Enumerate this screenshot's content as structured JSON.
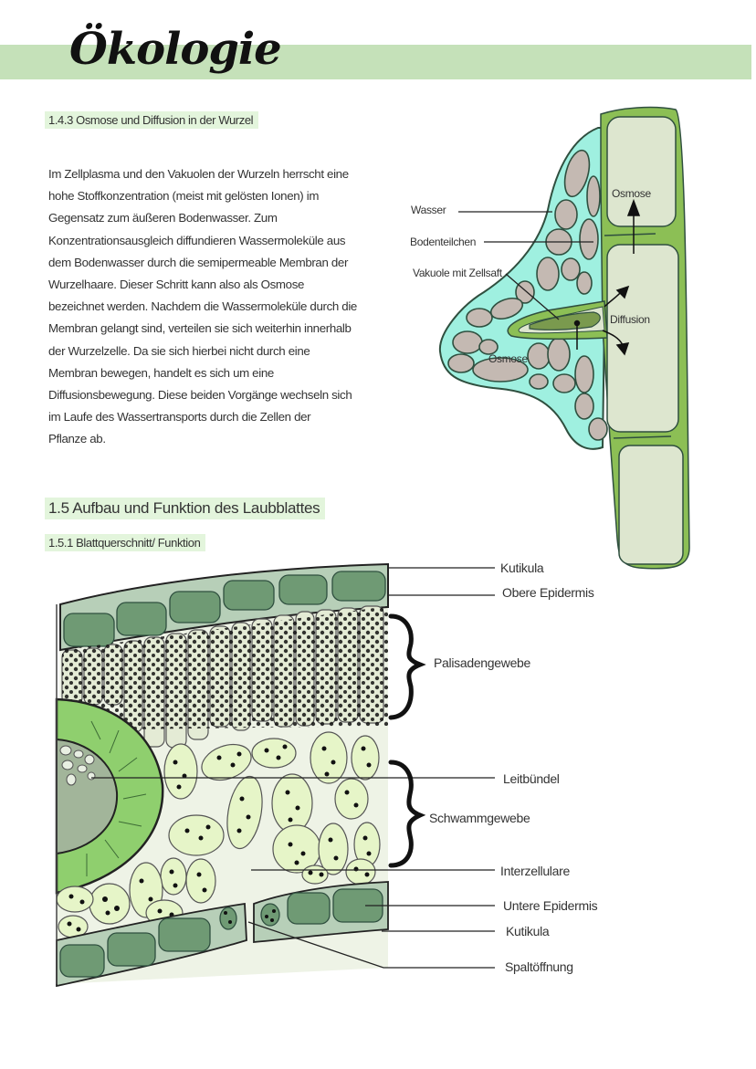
{
  "header": {
    "title": "Ökologie",
    "band_color": "#c5e1b9"
  },
  "section_root": {
    "heading": "1.4.3 Osmose und Diffusion in der Wurzel",
    "paragraph_lines": [
      "Im Zellplasma und den Vakuolen der Wurzeln herrscht eine",
      "hohe Stoffkonzentration (meist mit gelösten Ionen) im",
      "Gegensatz zum äußeren Bodenwasser. Zum",
      "Konzentrationsausgleich diffundieren Wassermoleküle aus",
      "dem Bodenwasser durch die semipermeable Membran der",
      "Wurzelhaare. Dieser Schritt kann also als Osmose",
      "bezeichnet werden. Nachdem die Wassermoleküle durch die",
      "Membran gelangt sind, verteilen sie sich weiterhin innerhalb",
      "der Wurzelzelle. Da sie sich hierbei nicht durch eine",
      "Membran bewegen, handelt es sich um eine",
      "Diffusionsbewegung. Diese beiden Vorgänge wechseln sich",
      "im Laufe des Wassertransports durch die Zellen der",
      "Pflanze ab."
    ],
    "diagram": {
      "labels": {
        "wasser": "Wasser",
        "bodenteilchen": "Bodenteilchen",
        "vakuole": "Vakuole mit Zellsaft",
        "osmose_top": "Osmose",
        "diffusion": "Diffusion",
        "osmose_bottom": "Osmose"
      },
      "colors": {
        "water": "#9ff0e0",
        "soil_particle": "#c4b9b2",
        "cell_wall": "#8cbf55",
        "cell_interior": "#dde6cf",
        "vacuole": "#7a9a4e"
      }
    }
  },
  "section_leaf": {
    "heading": "1.5 Aufbau und Funktion des Laubblattes",
    "subheading": "1.5.1 Blattquerschnitt/ Funktion",
    "diagram": {
      "labels": {
        "kutikula_top": "Kutikula",
        "obere_epidermis": "Obere Epidermis",
        "palisadengewebe": "Palisadengewebe",
        "leitbuendel": "Leitbündel",
        "schwammgewebe": "Schwammgewebe",
        "interzellulare": "Interzellulare",
        "untere_epidermis": "Untere Epidermis",
        "kutikula_bottom": "Kutikula",
        "spaltoeffnung": "Spaltöffnung"
      },
      "colors": {
        "epidermis": "#b7cfb8",
        "epidermis_cell": "#6f9a74",
        "palisade": "#e4ebd5",
        "spongy": "#e6f5c8",
        "background": "#eef3e6",
        "vascular_outer": "#8fcf6e",
        "vascular_inner": "#a2b59a"
      }
    }
  }
}
